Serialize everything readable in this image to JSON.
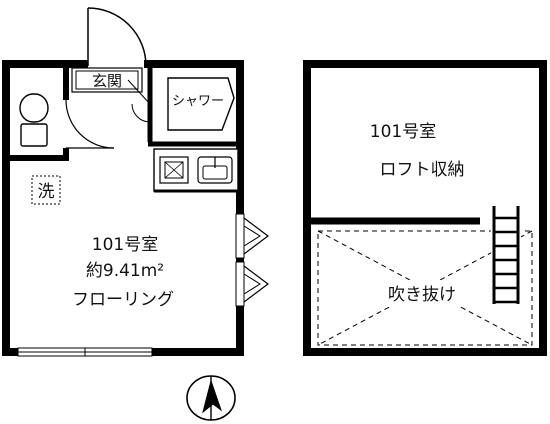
{
  "floor1": {
    "entrance": "玄関",
    "shower": "シャワー",
    "washer": "洗",
    "room_number": "101号室",
    "area": "約9.41m²",
    "flooring": "フローリング"
  },
  "loft": {
    "room_number": "101号室",
    "storage": "ロフト収納",
    "void": "吹き抜け"
  },
  "compass": {
    "north_symbol": "north-arrow"
  }
}
